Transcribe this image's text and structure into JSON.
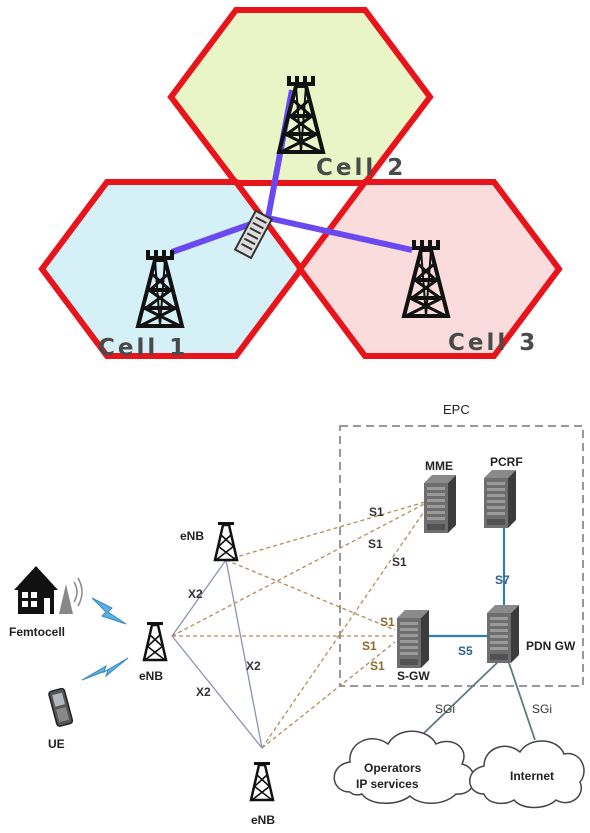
{
  "cells": {
    "cell1": "Cell 1",
    "cell2": "Cell 2",
    "cell3": "Cell 3"
  },
  "network": {
    "epc_label": "EPC",
    "mme": "MME",
    "pcrf": "PCRF",
    "sgw": "S-GW",
    "pdngw": "PDN GW",
    "enb_top": "eNB",
    "enb_mid": "eNB",
    "enb_bottom": "eNB",
    "femtocell": "Femtocell",
    "ue": "UE",
    "operators_line1": "Operators",
    "operators_line2": "IP services",
    "internet": "Internet"
  },
  "interfaces": {
    "s1": "S1",
    "s5": "S5",
    "s7": "S7",
    "sgi": "SGi",
    "x2": "X2"
  },
  "colors": {
    "hex_border": "#e8141b",
    "cell1_fill": "#d6f0f8",
    "cell2_fill": "#e9f5c6",
    "cell3_fill": "#fadcdc",
    "backhaul": "#6a4af0",
    "s1_dash": "#b48a5a",
    "x2_line": "#8a93b8",
    "core_link": "#2f7fb0",
    "sgi_line": "#5a7c80"
  }
}
